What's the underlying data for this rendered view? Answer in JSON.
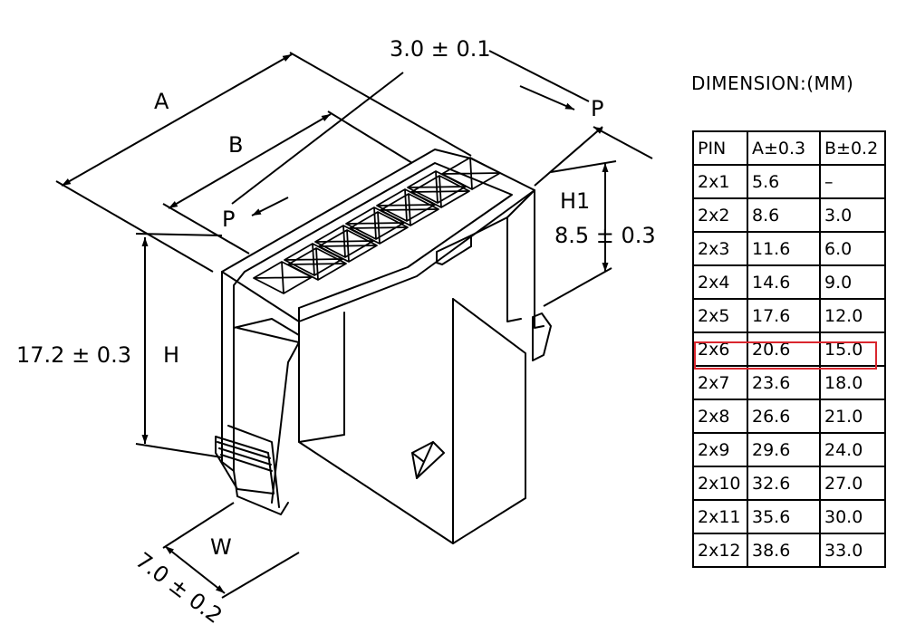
{
  "labels": {
    "pitch_dim": "3.0 ± 0.1",
    "p_right": "P",
    "p_left": "P",
    "a": "A",
    "b": "B",
    "h1": "H1",
    "h1_dim": "8.5 ± 0.3",
    "h_dim": "17.2 ± 0.3",
    "h": "H",
    "w": "W",
    "w_dim": "7.0 ± 0.2"
  },
  "table": {
    "title": "DIMENSION:(MM)",
    "headers": [
      "PIN",
      "A±0.3",
      "B±0.2"
    ],
    "rows": [
      [
        "2x1",
        "5.6",
        "–"
      ],
      [
        "2x2",
        "8.6",
        "3.0"
      ],
      [
        "2x3",
        "11.6",
        "6.0"
      ],
      [
        "2x4",
        "14.6",
        "9.0"
      ],
      [
        "2x5",
        "17.6",
        "12.0"
      ],
      [
        "2x6",
        "20.6",
        "15.0"
      ],
      [
        "2x7",
        "23.6",
        "18.0"
      ],
      [
        "2x8",
        "26.6",
        "21.0"
      ],
      [
        "2x9",
        "29.6",
        "24.0"
      ],
      [
        "2x10",
        "32.6",
        "27.0"
      ],
      [
        "2x11",
        "35.6",
        "30.0"
      ],
      [
        "2x12",
        "38.6",
        "33.0"
      ]
    ],
    "highlight_row": 5,
    "highlight_color": "#d9262e"
  }
}
